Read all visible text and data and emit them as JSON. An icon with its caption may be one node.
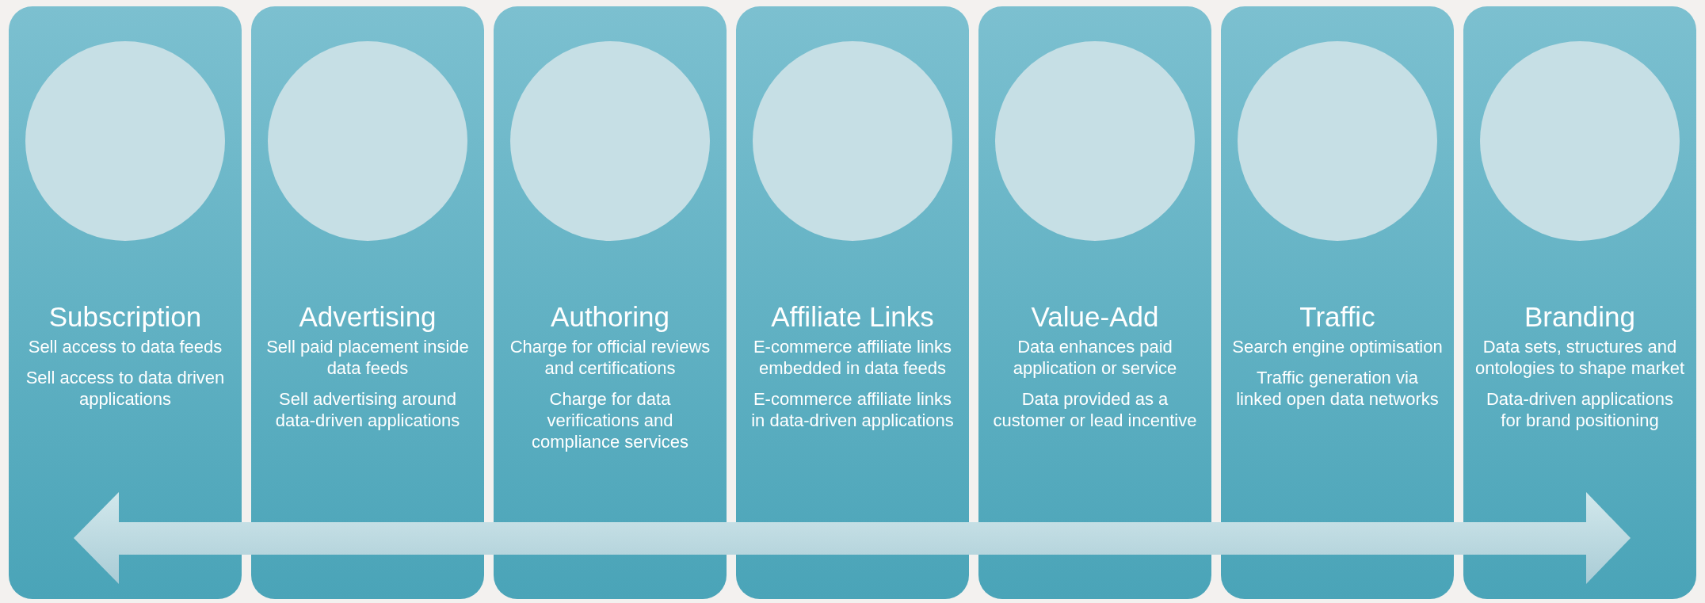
{
  "diagram": {
    "nodes": [
      {
        "text": [
          "Subscription",
          "Sell access to data feeds",
          "Sell access to data driven applications"
        ]
      },
      {
        "text": [],
        "shape": "circle",
        "in": 0
      },
      {
        "text": [
          "Advertising",
          "Sell paid placement inside data feeds",
          "Sell advertising around data-driven applications"
        ]
      },
      {
        "text": [],
        "shape": "circle",
        "in": 2
      },
      {
        "text": [
          "Authoring",
          "Charge for official reviews and certifications",
          "Charge for data verifications and compliance services"
        ]
      },
      {
        "text": [],
        "shape": "circle",
        "in": 4
      },
      {
        "text": [
          "Affiliate Links",
          "E-commerce affiliate links embedded in data feeds",
          "E-commerce affiliate links in data-driven applications"
        ]
      },
      {
        "text": [],
        "shape": "circle",
        "in": 6
      },
      {
        "text": [
          "Value-Add",
          "Data enhances paid application or service",
          "Data provided as a customer or lead incentive"
        ]
      },
      {
        "text": [],
        "shape": "circle",
        "in": 8
      },
      {
        "text": [
          "Traffic",
          "Search engine optimisation",
          "Traffic generation via linked open data networks"
        ]
      },
      {
        "text": [],
        "shape": "circle",
        "in": 10
      },
      {
        "text": [
          "Branding",
          "Data sets, structures and ontologies to shape market",
          "Data-driven applications for brand positioning"
        ]
      },
      {
        "text": [],
        "shape": "circle",
        "in": 12
      }
    ]
  }
}
